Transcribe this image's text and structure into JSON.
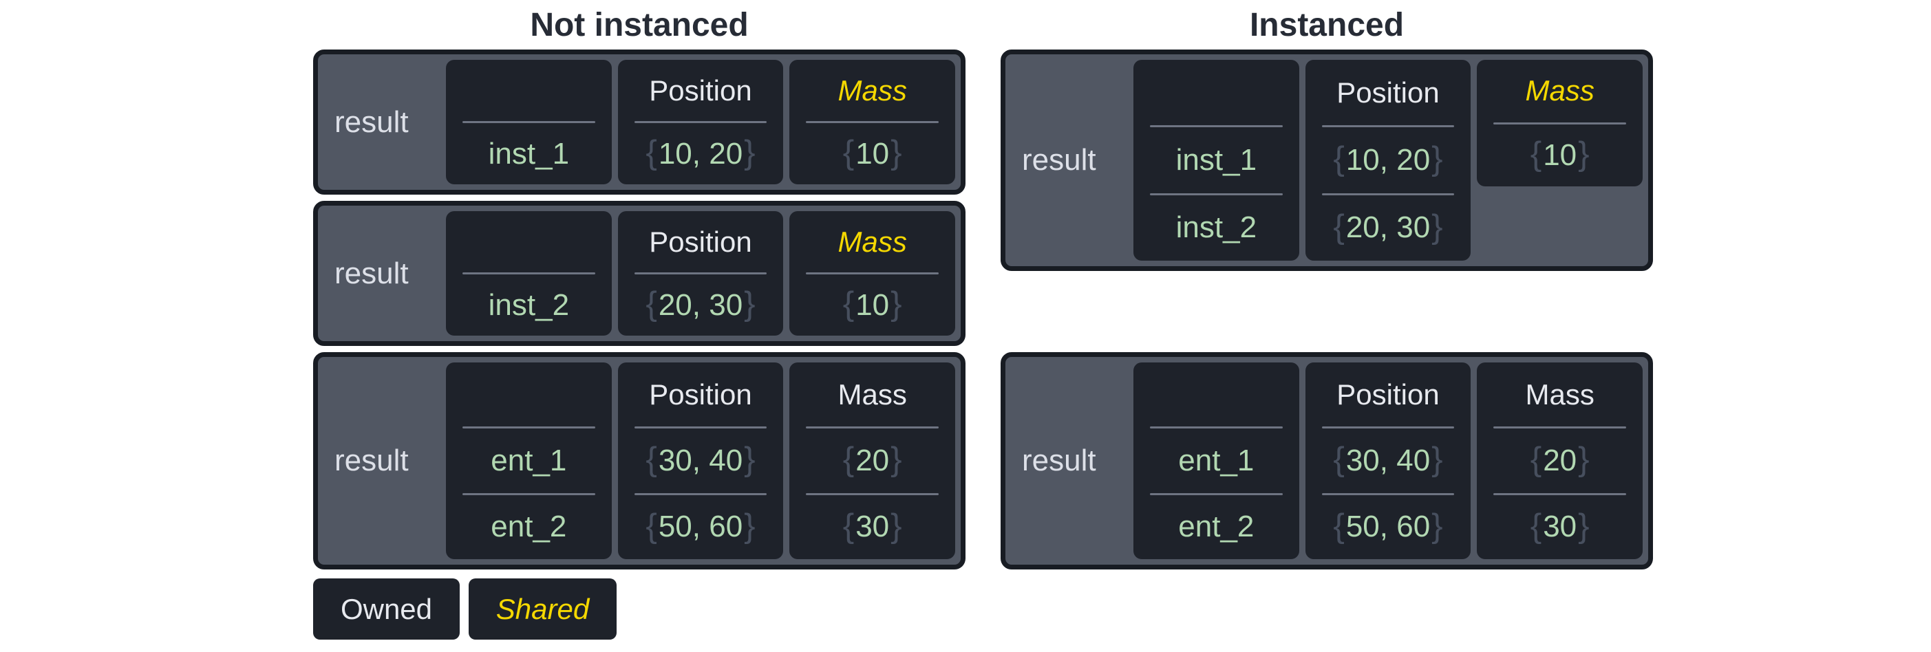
{
  "left": {
    "title": "Not instanced",
    "table1": {
      "label": "result",
      "entity": {
        "header": "",
        "row1": "inst_1"
      },
      "position": {
        "header": "Position",
        "row1": "10, 20"
      },
      "mass": {
        "header": "Mass",
        "row1": "10"
      }
    },
    "table2": {
      "label": "result",
      "entity": {
        "header": "",
        "row1": "inst_2"
      },
      "position": {
        "header": "Position",
        "row1": "20, 30"
      },
      "mass": {
        "header": "Mass",
        "row1": "10"
      }
    },
    "table3": {
      "label": "result",
      "entity": {
        "header": "",
        "row1": "ent_1",
        "row2": "ent_2"
      },
      "position": {
        "header": "Position",
        "row1": "30, 40",
        "row2": "50, 60"
      },
      "mass": {
        "header": "Mass",
        "row1": "20",
        "row2": "30"
      }
    }
  },
  "right": {
    "title": "Instanced",
    "table1": {
      "label": "result",
      "entity": {
        "header": "",
        "row1": "inst_1",
        "row2": "inst_2"
      },
      "position": {
        "header": "Position",
        "row1": "10, 20",
        "row2": "20, 30"
      },
      "mass": {
        "header": "Mass",
        "row1": "10"
      }
    },
    "table2": {
      "label": "result",
      "entity": {
        "header": "",
        "row1": "ent_1",
        "row2": "ent_2"
      },
      "position": {
        "header": "Position",
        "row1": "30, 40",
        "row2": "50, 60"
      },
      "mass": {
        "header": "Mass",
        "row1": "20",
        "row2": "30"
      }
    }
  },
  "legend": {
    "owned": "Owned",
    "shared": "Shared"
  },
  "syntax": {
    "open": "{",
    "close": "}"
  },
  "colors": {
    "page_bg": "#ffffff",
    "container_bg": "#515763",
    "container_border": "#181c23",
    "cell_bg": "#1e222a",
    "divider": "#6e7482",
    "header_text": "#e8eaef",
    "shared_text": "#f5d800",
    "value_green": "#b2d8b2",
    "brace": "#474f5e",
    "title_text": "#272c36",
    "result_text": "#dde0e8"
  }
}
